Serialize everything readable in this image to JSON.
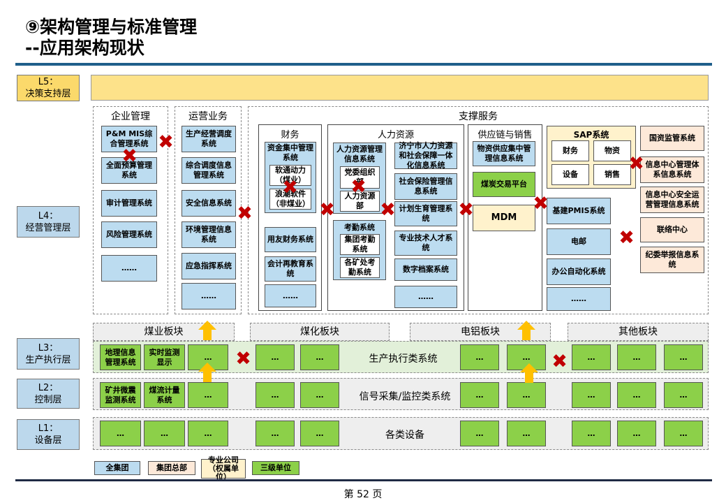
{
  "title": {
    "line1": "⑨架构管理与标准管理",
    "line2": "--应用架构现状"
  },
  "page_label": "第 52 页",
  "layers": {
    "l5": [
      "L5：",
      "决策支持层"
    ],
    "l4": [
      "L4：",
      "经营管理层"
    ],
    "l3": [
      "L3：",
      "生产执行层"
    ],
    "l2": [
      "L2：",
      "控制层"
    ],
    "l1": [
      "L1：",
      "设备层"
    ]
  },
  "sections": {
    "enterprise": "企业管理",
    "operations": "运营业务",
    "support": "支撑服务",
    "finance": "财务",
    "hr": "人力资源",
    "supply": "供应链与销售"
  },
  "enterprise_items": [
    "P&M MIS综合管理系统",
    "全面预算管理系统",
    "审计管理系统",
    "风险管理系统",
    "……"
  ],
  "operations_items": [
    "生产经营调度系统",
    "综合调度信息管理系统",
    "安全信息系统",
    "环境管理信息系统",
    "应急指挥系统",
    "……"
  ],
  "finance": {
    "fund": "资金集中管理系统",
    "sub1": "软通动力（煤业）",
    "sub2": "浪潮软件（非煤业）",
    "yonyou": "用友财务系统",
    "accounting": "会计再教育系统",
    "more": "……"
  },
  "hr": {
    "hr_main": "人力资源管理信息系统",
    "party": "党委组织部",
    "hr_dept": "人力资源部",
    "attendance": "考勤系统",
    "group_att": "集团考勤系统",
    "mine_att": "各矿处考勤系统",
    "jining": "济宁市人力资源和社会保障一体化信息系统",
    "social": "社会保险管理信息系统",
    "birth": "计划生育管理系统",
    "talent": "专业技术人才系统",
    "archive": "数字档案系统",
    "more": "……"
  },
  "supply": {
    "material": "物资供应集中管理信息系统",
    "coal": "煤炭交易平台",
    "mdm": "MDM"
  },
  "sap": {
    "title": "SAP系统",
    "m1": "财务",
    "m2": "物资",
    "m3": "设备",
    "m4": "销售"
  },
  "support_mid": [
    "基建PMIS系统",
    "电邮",
    "办公自动化系统",
    "……"
  ],
  "support_right": [
    "国资监管系统",
    "信息中心管理体系信息系统",
    "信息中心安全运营管理信息系统",
    "联络中心",
    "纪委举报信息系统"
  ],
  "blocks": [
    "煤业板块",
    "煤化板块",
    "电铝板块",
    "其他板块"
  ],
  "l3": {
    "label": "生产执行类系统",
    "geo": "地理信息管理系统",
    "realtime": "实时监测显示"
  },
  "l2": {
    "label": "信号采集/监控类系统",
    "seismic": "矿井微震监测系统",
    "coalflow": "煤流计量系统"
  },
  "l1": {
    "label": "各类设备"
  },
  "ellipsis": "…",
  "legend": [
    "全集团",
    "集团总部",
    "专业公司（权属单位）",
    "三级单位"
  ],
  "colors": {
    "blue": "#bcdcf0",
    "green": "#8cd049",
    "pink": "#fde9d9",
    "yellow": "#fff2cc",
    "gold": "#fbd96b",
    "red": "#c00000",
    "arrow": "#ffc000"
  },
  "icons": {
    "cross": "red-cross-icon",
    "up_arrow": "up-arrow-icon"
  }
}
